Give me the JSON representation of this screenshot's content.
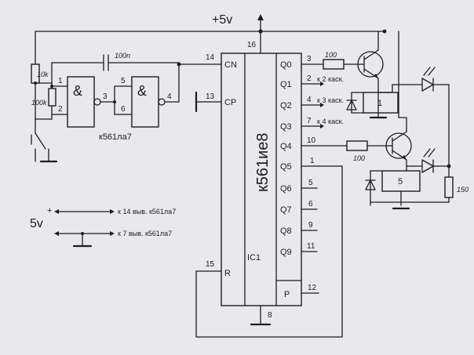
{
  "supply": {
    "label": "+5v",
    "pin": "16"
  },
  "ic": {
    "name": "к561ие8",
    "designator": "IC1",
    "inputs": [
      {
        "name": "CN",
        "pin": "14"
      },
      {
        "name": "CP",
        "pin": "13"
      },
      {
        "name": "R",
        "pin": "15"
      }
    ],
    "outputs": [
      {
        "name": "Q0",
        "pin": "3"
      },
      {
        "name": "Q1",
        "pin": "2"
      },
      {
        "name": "Q2",
        "pin": "4"
      },
      {
        "name": "Q3",
        "pin": "7"
      },
      {
        "name": "Q4",
        "pin": "10"
      },
      {
        "name": "Q5",
        "pin": "1"
      },
      {
        "name": "Q6",
        "pin": "5"
      },
      {
        "name": "Q7",
        "pin": "6"
      },
      {
        "name": "Q8",
        "pin": "9"
      },
      {
        "name": "Q9",
        "pin": "11"
      },
      {
        "name": "P",
        "pin": "12"
      }
    ],
    "gnd_pin": "8"
  },
  "cascade_notes": {
    "q1": "к 2 каск.",
    "q2": "к 3 каск.",
    "q3": "к 4 каск."
  },
  "gates": {
    "symbol": "&",
    "part": "к561ла7",
    "g1": {
      "in_a": "1",
      "in_b": "2",
      "out": "3"
    },
    "g2": {
      "in_a": "5",
      "in_b": "6",
      "out": "4"
    }
  },
  "components": {
    "cap": "100n",
    "r_top": "10k",
    "r_bottom": "100k",
    "r_q0": "100",
    "r_q4": "100",
    "r_load": "150",
    "relay1": "1",
    "relay2": "5"
  },
  "power_legend": {
    "voltage": "5v",
    "plus": "+",
    "line1": "к 14 выв. к561ла7",
    "line2": "к 7 выв. к561ла7"
  }
}
